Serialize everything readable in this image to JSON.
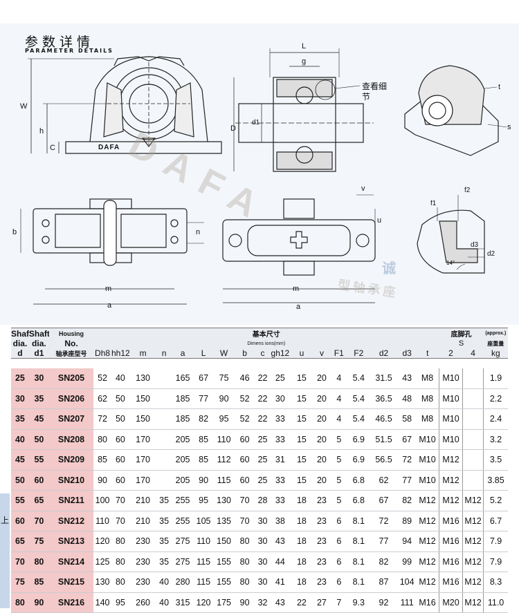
{
  "header": {
    "title_cn": "参数详情",
    "title_en": "PARAMETER DETAILS"
  },
  "drawing_labels": {
    "W": "W",
    "h": "h",
    "C": "C",
    "L": "L",
    "g": "g",
    "D": "D",
    "d1": "d1",
    "detail_note": "查看细节",
    "t": "t",
    "s": "s",
    "b": "b",
    "n": "n",
    "m": "m",
    "a": "a",
    "v": "v",
    "u": "u",
    "f1": "f1",
    "f2": "f2",
    "d3": "d3",
    "d2": "d2",
    "angle": "14°",
    "brand": "DAFA",
    "watermark": "DAFA",
    "watermark_cn": "型轴承座",
    "wm_cn2": "诚"
  },
  "table": {
    "h1": {
      "shaft1": "Shaft",
      "shaft2": "Shaft",
      "housing": "Housing",
      "basic": "基本尺寸",
      "foot": "底脚孔",
      "approx": "(approx.)"
    },
    "h2": {
      "dia1": "dia.",
      "dia2": "dia.",
      "no": "No.",
      "dimens": "Dimens ions(mm)",
      "s": "S",
      "weight": "座重量"
    },
    "h3": {
      "d": "d",
      "d1": "d1",
      "model": "轴承座型号",
      "dh8": "Dh8",
      "hh12": "hh12",
      "m": "m",
      "n": "n",
      "a": "a",
      "L": "L",
      "W": "W",
      "b": "b",
      "c": "c",
      "gh12": "gh12",
      "u": "u",
      "v": "v",
      "F1": "F1",
      "F2": "F2",
      "d2": "d2",
      "d3": "d3",
      "t": "t",
      "s2": "2",
      "s4": "4",
      "kg": "kg"
    },
    "rows": [
      {
        "d": "25",
        "d1": "30",
        "no": "SN205",
        "D": "52",
        "h": "40",
        "m": "130",
        "n": "",
        "a": "165",
        "L": "67",
        "W": "75",
        "b": "46",
        "c": "22",
        "g": "25",
        "u": "15",
        "v": "20",
        "F1": "4",
        "F2": "5.4",
        "d2": "31.5",
        "d3": "43",
        "t": "M8",
        "s2": "M10",
        "s4": "",
        "kg": "1.9"
      },
      {
        "d": "30",
        "d1": "35",
        "no": "SN206",
        "D": "62",
        "h": "50",
        "m": "150",
        "n": "",
        "a": "185",
        "L": "77",
        "W": "90",
        "b": "52",
        "c": "22",
        "g": "30",
        "u": "15",
        "v": "20",
        "F1": "4",
        "F2": "5.4",
        "d2": "36.5",
        "d3": "48",
        "t": "M8",
        "s2": "M10",
        "s4": "",
        "kg": "2.2"
      },
      {
        "d": "35",
        "d1": "45",
        "no": "SN207",
        "D": "72",
        "h": "50",
        "m": "150",
        "n": "",
        "a": "185",
        "L": "82",
        "W": "95",
        "b": "52",
        "c": "22",
        "g": "33",
        "u": "15",
        "v": "20",
        "F1": "4",
        "F2": "5.4",
        "d2": "46.5",
        "d3": "58",
        "t": "M8",
        "s2": "M10",
        "s4": "",
        "kg": "2.4"
      },
      {
        "d": "40",
        "d1": "50",
        "no": "SN208",
        "D": "80",
        "h": "60",
        "m": "170",
        "n": "",
        "a": "205",
        "L": "85",
        "W": "110",
        "b": "60",
        "c": "25",
        "g": "33",
        "u": "15",
        "v": "20",
        "F1": "5",
        "F2": "6.9",
        "d2": "51.5",
        "d3": "67",
        "t": "M10",
        "s2": "M10",
        "s4": "",
        "kg": "3.2"
      },
      {
        "d": "45",
        "d1": "55",
        "no": "SN209",
        "D": "85",
        "h": "60",
        "m": "170",
        "n": "",
        "a": "205",
        "L": "85",
        "W": "112",
        "b": "60",
        "c": "25",
        "g": "31",
        "u": "15",
        "v": "20",
        "F1": "5",
        "F2": "6.9",
        "d2": "56.5",
        "d3": "72",
        "t": "M10",
        "s2": "M12",
        "s4": "",
        "kg": "3.5"
      },
      {
        "d": "50",
        "d1": "60",
        "no": "SN210",
        "D": "90",
        "h": "60",
        "m": "170",
        "n": "",
        "a": "205",
        "L": "90",
        "W": "115",
        "b": "60",
        "c": "25",
        "g": "33",
        "u": "15",
        "v": "20",
        "F1": "5",
        "F2": "6.8",
        "d2": "62",
        "d3": "77",
        "t": "M10",
        "s2": "M12",
        "s4": "",
        "kg": "3.85"
      },
      {
        "d": "55",
        "d1": "65",
        "no": "SN211",
        "D": "100",
        "h": "70",
        "m": "210",
        "n": "35",
        "a": "255",
        "L": "95",
        "W": "130",
        "b": "70",
        "c": "28",
        "g": "33",
        "u": "18",
        "v": "23",
        "F1": "5",
        "F2": "6.8",
        "d2": "67",
        "d3": "82",
        "t": "M12",
        "s2": "M12",
        "s4": "M12",
        "kg": "5.2"
      },
      {
        "d": "60",
        "d1": "70",
        "no": "SN212",
        "D": "110",
        "h": "70",
        "m": "210",
        "n": "35",
        "a": "255",
        "L": "105",
        "W": "135",
        "b": "70",
        "c": "30",
        "g": "38",
        "u": "18",
        "v": "23",
        "F1": "6",
        "F2": "8.1",
        "d2": "72",
        "d3": "89",
        "t": "M12",
        "s2": "M16",
        "s4": "M12",
        "kg": "6.7"
      },
      {
        "d": "65",
        "d1": "75",
        "no": "SN213",
        "D": "120",
        "h": "80",
        "m": "230",
        "n": "35",
        "a": "275",
        "L": "110",
        "W": "150",
        "b": "80",
        "c": "30",
        "g": "43",
        "u": "18",
        "v": "23",
        "F1": "6",
        "F2": "8.1",
        "d2": "77",
        "d3": "94",
        "t": "M12",
        "s2": "M16",
        "s4": "M12",
        "kg": "7.9"
      },
      {
        "d": "70",
        "d1": "80",
        "no": "SN214",
        "D": "125",
        "h": "80",
        "m": "230",
        "n": "35",
        "a": "275",
        "L": "115",
        "W": "155",
        "b": "80",
        "c": "30",
        "g": "44",
        "u": "18",
        "v": "23",
        "F1": "6",
        "F2": "8.1",
        "d2": "82",
        "d3": "99",
        "t": "M12",
        "s2": "M16",
        "s4": "M12",
        "kg": "7.9"
      },
      {
        "d": "75",
        "d1": "85",
        "no": "SN215",
        "D": "130",
        "h": "80",
        "m": "230",
        "n": "40",
        "a": "280",
        "L": "115",
        "W": "155",
        "b": "80",
        "c": "30",
        "g": "41",
        "u": "18",
        "v": "23",
        "F1": "6",
        "F2": "8.1",
        "d2": "87",
        "d3": "104",
        "t": "M12",
        "s2": "M16",
        "s4": "M12",
        "kg": "8.3"
      },
      {
        "d": "80",
        "d1": "90",
        "no": "SN216",
        "D": "140",
        "h": "95",
        "m": "260",
        "n": "40",
        "a": "315",
        "L": "120",
        "W": "175",
        "b": "90",
        "c": "32",
        "g": "43",
        "u": "22",
        "v": "27",
        "F1": "7",
        "F2": "9.3",
        "d2": "92",
        "d3": "111",
        "t": "M16",
        "s2": "M20",
        "s4": "M12",
        "kg": "11.0"
      }
    ]
  },
  "left_edge": "上"
}
